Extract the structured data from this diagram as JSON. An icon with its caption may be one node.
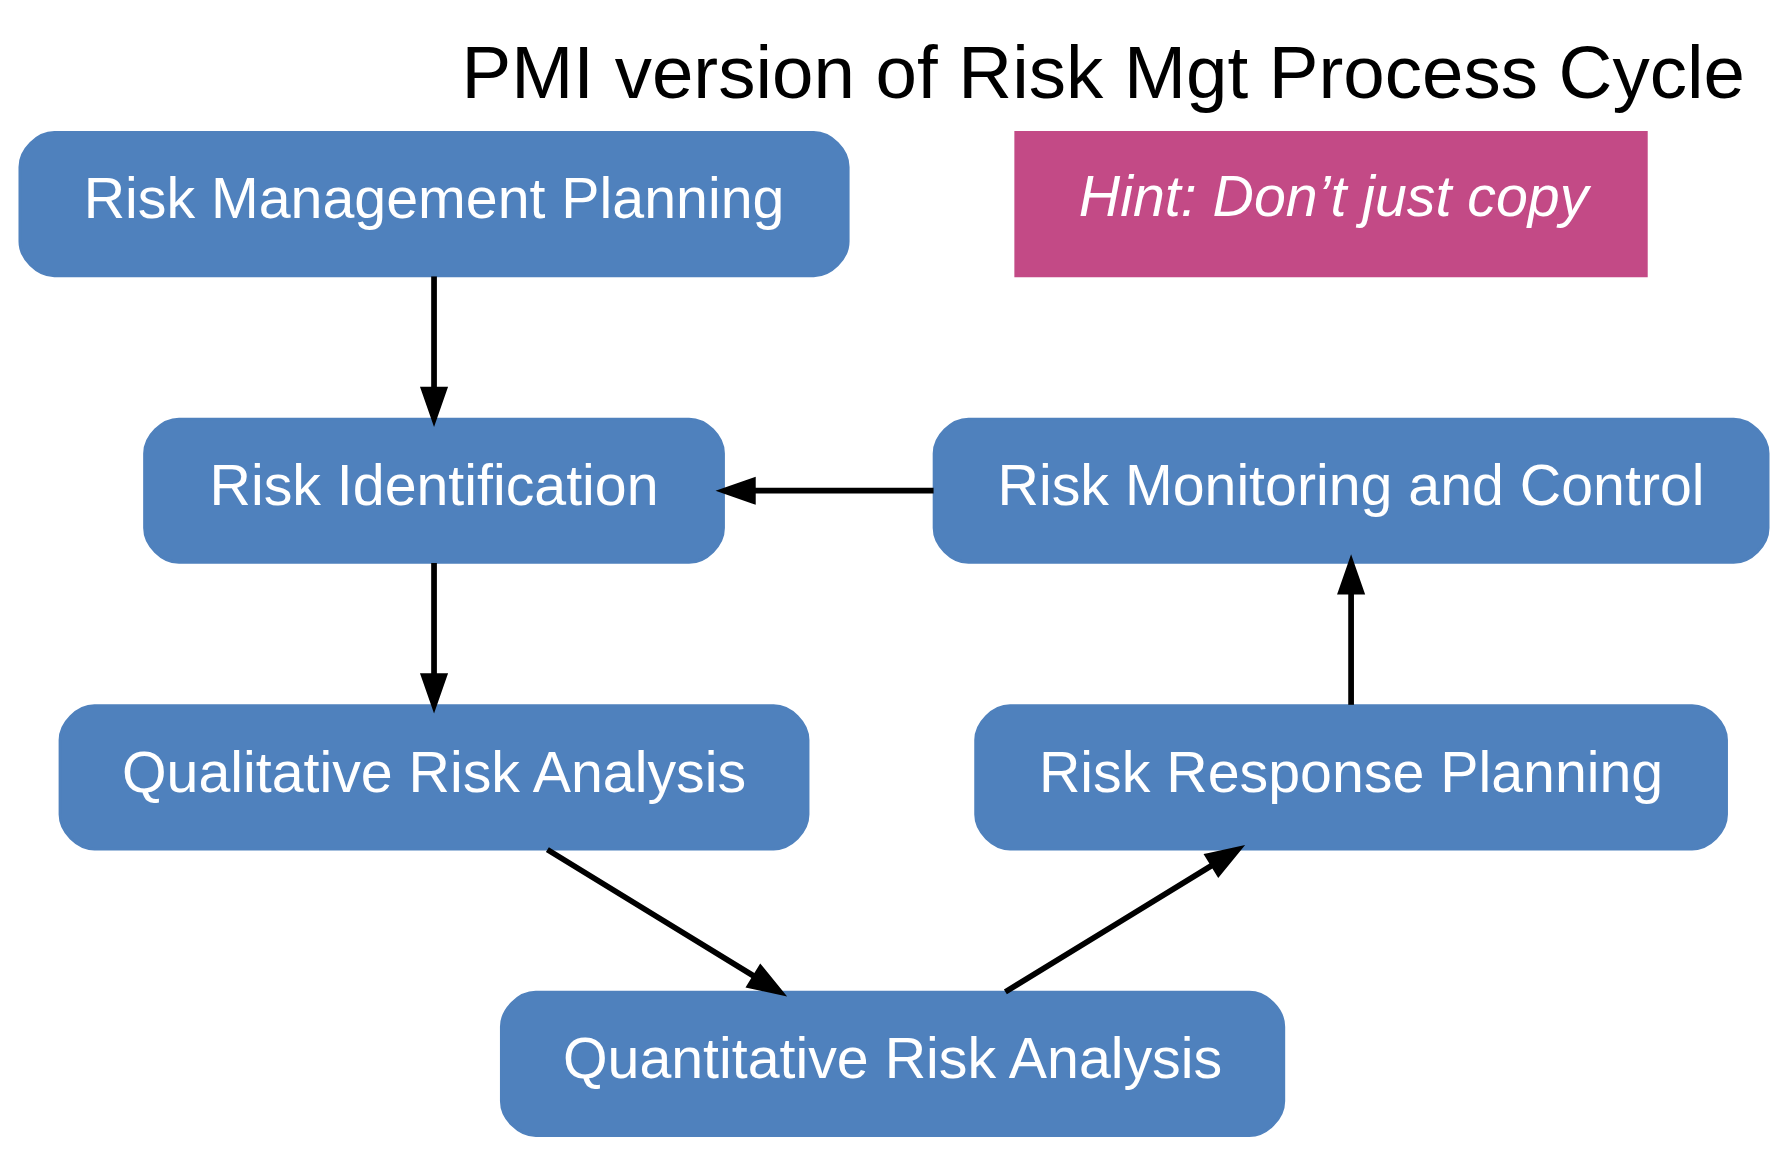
{
  "diagram": {
    "title": "PMI version of Risk Mgt Process Cycle",
    "nodes": [
      {
        "text": [
          "Risk Management Planning"
        ]
      },
      {
        "text": [
          "Risk Identification"
        ]
      },
      {
        "text": [
          "Qualitative Risk Analysis"
        ]
      },
      {
        "text": [
          "Quantitative Risk Analysis"
        ]
      },
      {
        "text": [
          "Risk Response Planning"
        ]
      },
      {
        "text": [
          "Risk Monitoring and Control"
        ]
      },
      {
        "text": [
          "Hint: Don’t just copy"
        ]
      }
    ],
    "edges": [
      {
        "from": 0,
        "to": 1,
        "arrow": "to"
      },
      {
        "from": 1,
        "to": 2,
        "arrow": "to"
      },
      {
        "from": 2,
        "to": 3,
        "arrow": "to"
      },
      {
        "from": 3,
        "to": 4,
        "arrow": "to"
      },
      {
        "from": 4,
        "to": 5,
        "arrow": "to"
      },
      {
        "from": 5,
        "to": 1,
        "arrow": "to"
      }
    ]
  }
}
